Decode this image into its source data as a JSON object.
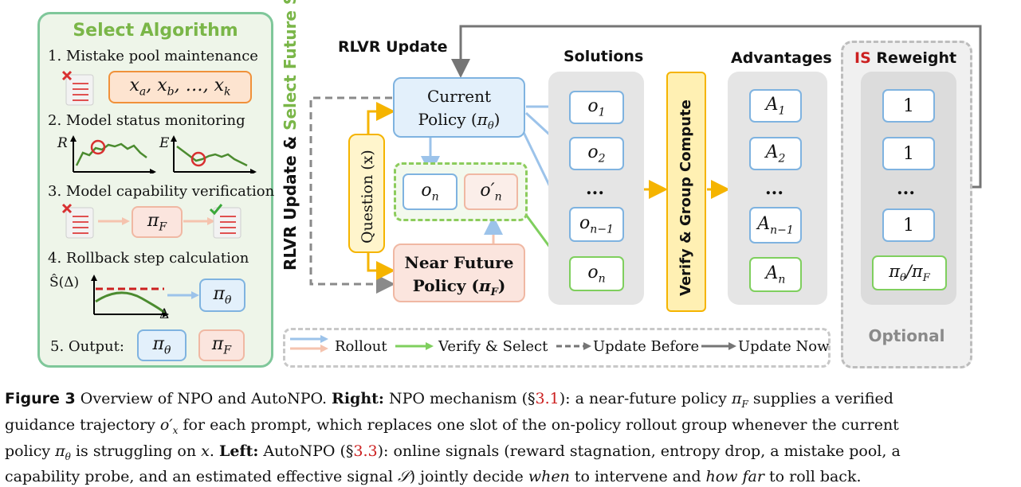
{
  "left": {
    "title": "Select Algorithm",
    "step1": "1. Mistake pool maintenance",
    "pool_items": "x",
    "step2": "2. Model status monitoring",
    "axis_r": "R",
    "axis_e": "E",
    "step3": "3. Model capability verification",
    "step4": "4. Rollback step calculation",
    "s_hat": "Ŝ(Δ)",
    "delta": "Δ",
    "step5": "5. Output:"
  },
  "right": {
    "rlvr_update": "RLVR Update",
    "rlvr_select_a": "RLVR Update & ",
    "rlvr_select_b": "Select Future Self",
    "question": "Question (x)",
    "current_policy_1": "Current",
    "current_policy_2": "Policy (",
    "near_future_1": "Near Future",
    "near_future_2": "Policy (",
    "solutions": "Solutions",
    "advantages": "Advantages",
    "verify_group": "Verify & Group Compute",
    "is_prefix": "IS",
    "is_suffix": " Reweight",
    "ampersand": "&",
    "optional": "Optional",
    "dots": "...",
    "one": "1",
    "legend": {
      "rollout": "Rollout",
      "verify_select": "Verify & Select",
      "update_before": "Update Before",
      "update_now": "Update Now"
    }
  },
  "caption": {
    "fig": "Figure 3",
    "t1": " Overview of NPO and AutoNPO. ",
    "right_b": "Right:",
    "t2": " NPO mechanism (§",
    "ref1": "3.1",
    "t3": "): a near-future policy ",
    "t4": " supplies a verified",
    "t5": "guidance trajectory ",
    "t6": " for each prompt, which replaces one slot of the on-policy rollout group whenever the current",
    "t7": "policy ",
    "t8": " is struggling on ",
    "t9": ". ",
    "left_b": "Left:",
    "t10": " AutoNPO (§",
    "ref2": "3.3",
    "t11": "): online signals (reward stagnation, entropy drop, a mistake pool, a",
    "t12": "capability probe, and an estimated effective signal ",
    "t13": ") jointly decide ",
    "when": "when",
    "t14": " to intervene and ",
    "howfar": "how far",
    "t15": " to roll back."
  },
  "colors": {
    "green_border": "#7fc79a",
    "blue": "#7fb3e0",
    "orange": "#f5b400",
    "verify_green": "#7fcf5e",
    "gray": "#757575",
    "ref_red": "#cc2020"
  }
}
